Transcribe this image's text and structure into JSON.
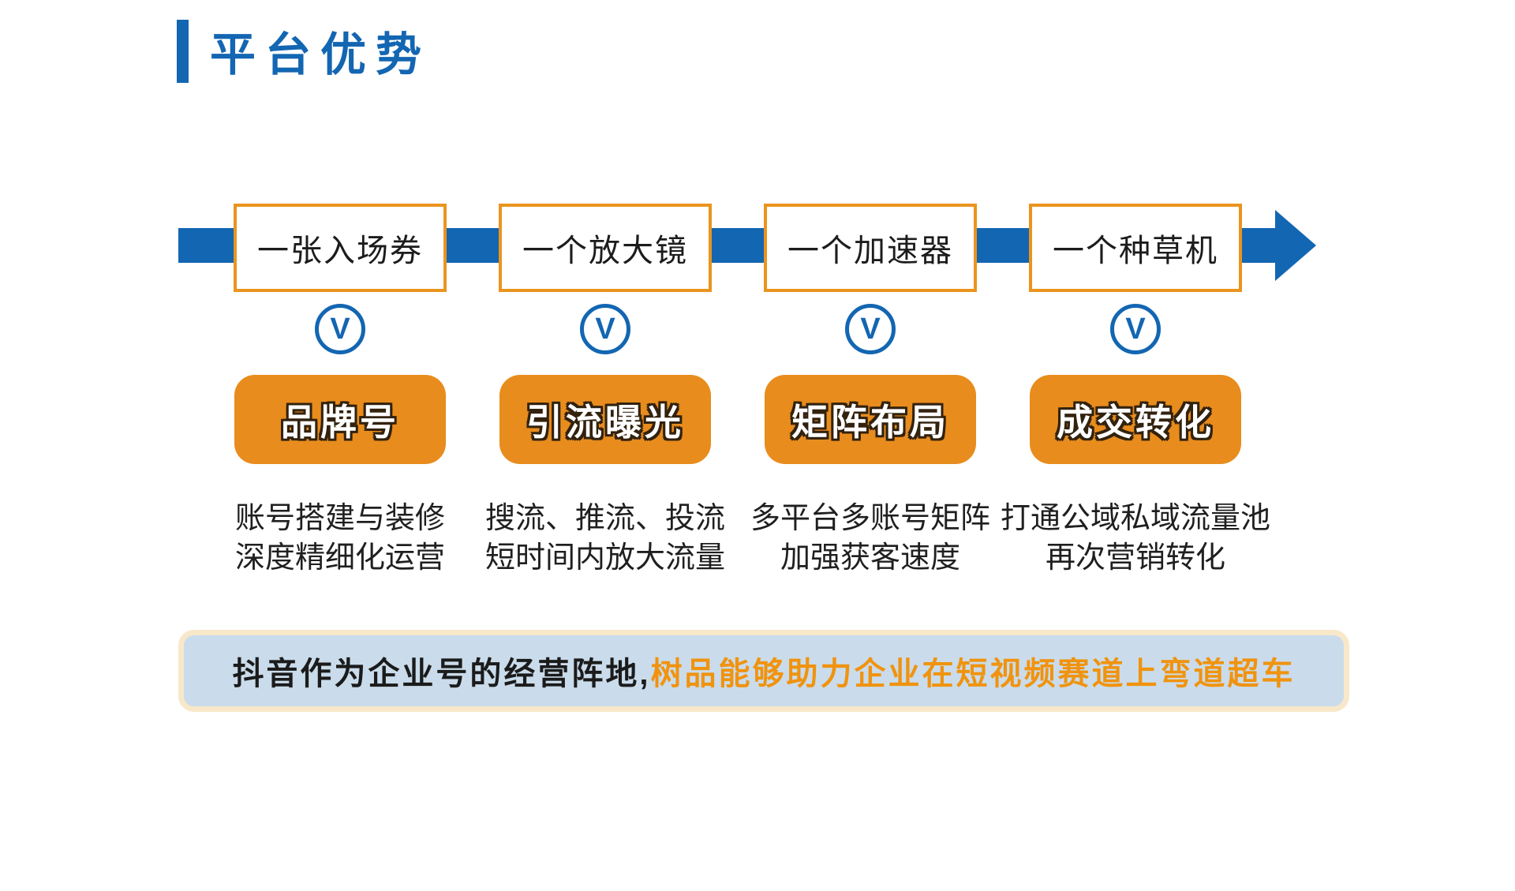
{
  "title": "平台优势",
  "flow": {
    "steps": [
      {
        "box": "一张入场券",
        "connector": "V",
        "badge": "品牌号",
        "desc": [
          "账号搭建与装修",
          "深度精细化运营"
        ]
      },
      {
        "box": "一个放大镜",
        "connector": "V",
        "badge": "引流曝光",
        "desc": [
          "搜流、推流、投流",
          "短时间内放大流量"
        ]
      },
      {
        "box": "一个加速器",
        "connector": "V",
        "badge": "矩阵布局",
        "desc": [
          "多平台多账号矩阵",
          "加强获客速度"
        ]
      },
      {
        "box": "一个种草机",
        "connector": "V",
        "badge": "成交转化",
        "desc": [
          "打通公域私域流量池",
          "再次营销转化"
        ]
      }
    ]
  },
  "banner": {
    "text_black": "抖音作为企业号的经营阵地,",
    "text_orange": "树品能够助力企业在短视频赛道上弯道超车"
  },
  "colors": {
    "blue": "#1366B2",
    "box_border_orange": "#EA941E",
    "badge_orange": "#E88C1D",
    "banner_fill": "#CADCEB",
    "banner_border": "#F8E8CA",
    "banner_orange_text": "#F0930F"
  }
}
